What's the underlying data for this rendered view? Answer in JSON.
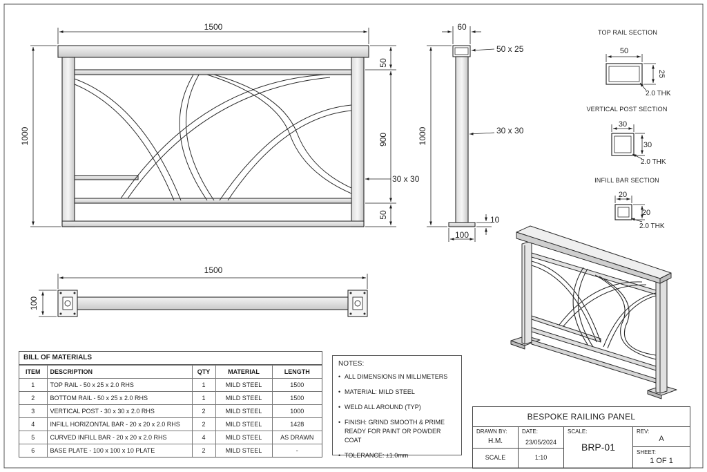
{
  "elevation": {
    "overall_width": "1500",
    "overall_height": "1000",
    "top_rail_height": "50",
    "infill_height": "900",
    "bottom_rail_height": "50",
    "post_label": "30 x 30"
  },
  "side_view": {
    "top_width": "60",
    "top_rail_label": "50 x 25",
    "height": "1000",
    "post_label": "30 x 30",
    "plate_thickness": "10",
    "plate_width": "100"
  },
  "plan_view": {
    "width": "1500",
    "depth": "100"
  },
  "sections": {
    "top_rail": {
      "title": "TOP RAIL SECTION",
      "width": "50",
      "height": "25",
      "thickness": "2.0 THK"
    },
    "vertical_post": {
      "title": "VERTICAL POST SECTION",
      "width": "30",
      "height": "30",
      "thickness": "2.0 THK"
    },
    "infill_bar": {
      "title": "INFILL BAR SECTION",
      "width": "20",
      "height": "20",
      "thickness": "2.0 THK"
    }
  },
  "bom": {
    "title": "BILL OF MATERIALS",
    "headers": [
      "ITEM",
      "DESCRIPTION",
      "QTY",
      "MATERIAL",
      "LENGTH"
    ],
    "rows": [
      [
        "1",
        "TOP RAIL - 50 x 25 x 2.0 RHS",
        "1",
        "MILD STEEL",
        "1500"
      ],
      [
        "2",
        "BOTTOM RAIL - 50 x 25 x 2.0 RHS",
        "1",
        "MILD STEEL",
        "1500"
      ],
      [
        "3",
        "VERTICAL POST - 30 x 30 x 2.0 RHS",
        "2",
        "MILD STEEL",
        "1000"
      ],
      [
        "4",
        "INFILL HORIZONTAL BAR - 20 x 20 x 2.0 RHS",
        "2",
        "MILD STEEL",
        "1428"
      ],
      [
        "5",
        "CURVED INFILL BAR - 20 x 20 x 2.0 RHS",
        "4",
        "MILD STEEL",
        "AS DRAWN"
      ],
      [
        "6",
        "BASE PLATE - 100 x 100 x 10 PLATE",
        "2",
        "MILD STEEL",
        "-"
      ]
    ]
  },
  "notes": {
    "title": "NOTES:",
    "items": [
      "ALL DIMENSIONS IN MILLIMETERS",
      "MATERIAL: MILD STEEL",
      "WELD ALL AROUND (TYP)",
      "FINISH: GRIND SMOOTH & PRIME READY FOR PAINT OR POWDER COAT",
      "TOLERANCE: ±1.0mm"
    ]
  },
  "title_block": {
    "name": "BESPOKE RAILING PANEL",
    "drawn_by_label": "DRAWN BY:",
    "drawn_by": "H.M.",
    "date_label": "DATE:",
    "date": "23/05/2024",
    "scale_label": "SCALE:",
    "scale_row_label": "SCALE",
    "scale": "1:10",
    "drawing_number": "BRP-01",
    "rev_label": "REV:",
    "rev": "A",
    "sheet_label": "SHEET:",
    "sheet": "1 OF 1"
  }
}
